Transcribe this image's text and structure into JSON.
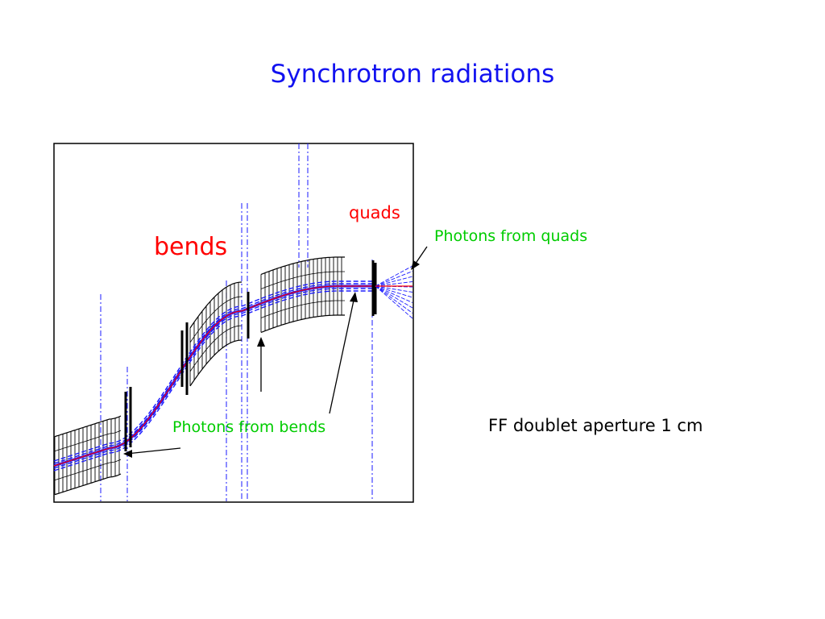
{
  "title": "Synchrotron radiations",
  "labels": {
    "bends": "bends",
    "quads": "quads",
    "photons_quads": "Photons from quads",
    "photons_bends": "Photons from bends",
    "aperture": "FF doublet aperture 1 cm"
  },
  "colors": {
    "title": "#1212f0",
    "magnet_labels": "#ff0000",
    "photon_labels": "#00cc00",
    "beam": "#1a1aff",
    "orbit": "#ff0000",
    "elements": "#000000"
  }
}
